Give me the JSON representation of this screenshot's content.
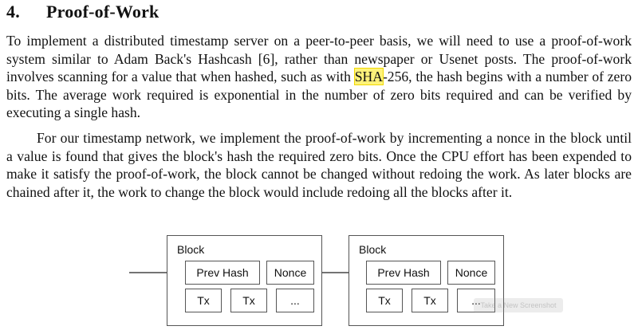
{
  "section": {
    "number": "4.",
    "title": "Proof-of-Work"
  },
  "paragraphs": {
    "p1_before": "To implement a distributed timestamp server on a peer-to-peer basis, we will need to use a proof-of-work system similar to Adam Back's Hashcash [6], rather than newspaper or Usenet posts. The proof-of-work involves scanning for a value that when hashed, such as with ",
    "p1_highlight": "SHA",
    "p1_after": "-256, the hash begins with a number of zero bits. The average work required is exponential in the number of zero bits required and can be verified by executing a single hash.",
    "p2": "For our timestamp network, we implement the proof-of-work by incrementing a nonce in the block until a value is found that gives the block's hash the required zero bits. Once the CPU effort has been expended to make it satisfy the proof-of-work, the block cannot be changed without redoing the work. As later blocks are chained after it, the work to change the block would include redoing all the blocks after it."
  },
  "diagram": {
    "blocks": [
      {
        "title": "Block",
        "prev_hash": "Prev Hash",
        "nonce": "Nonce",
        "tx": [
          "Tx",
          "Tx",
          "..."
        ]
      },
      {
        "title": "Block",
        "prev_hash": "Prev Hash",
        "nonce": "Nonce",
        "tx": [
          "Tx",
          "Tx",
          "..."
        ]
      }
    ]
  },
  "overlay": {
    "watermark": "Take a New Screenshot"
  },
  "colors": {
    "highlight": "#fff27a",
    "border": "#555555"
  }
}
